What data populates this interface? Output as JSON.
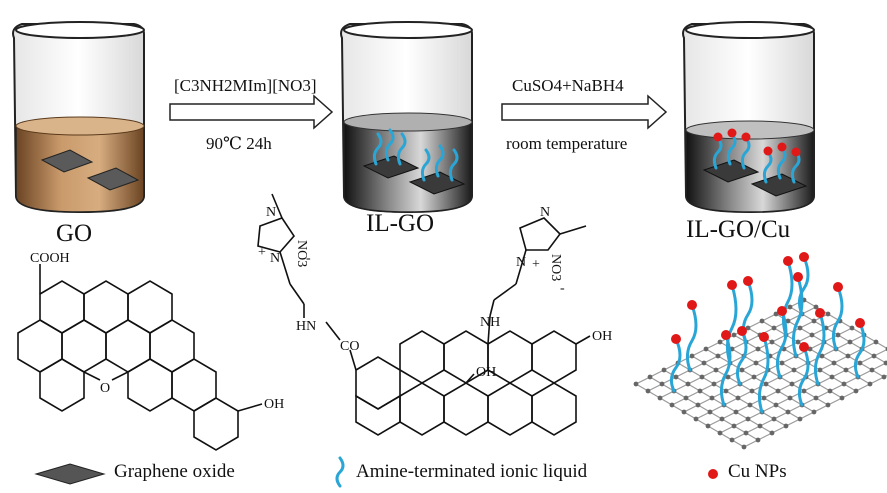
{
  "steps": [
    {
      "label": "GO"
    },
    {
      "label": "IL-GO"
    },
    {
      "label": "IL-GO/Cu"
    }
  ],
  "arrows": [
    {
      "above": "[C3NH2MIm][NO3]",
      "below": "90℃ 24h"
    },
    {
      "above": "CuSO4+NaBH4",
      "below": "room temperature"
    }
  ],
  "structure_labels": {
    "go_cooh": "COOH",
    "go_o": "O",
    "go_oh": "OH",
    "il_methyl_n": "N",
    "il_n_plus": "N",
    "il_plus": "+",
    "il_no3": "NO3",
    "il_minus": "-",
    "il_hn": "HN",
    "il_co": "CO",
    "il_nh": "NH",
    "il_oh_top": "OH",
    "il_oh_mid": "OH"
  },
  "legend": [
    {
      "icon": "graphene-oxide-sheet-icon",
      "label": "Graphene oxide"
    },
    {
      "icon": "ionic-liquid-chain-icon",
      "label": "Amine-terminated ionic liquid"
    },
    {
      "icon": "cu-nanoparticle-icon",
      "label": "Cu NPs"
    }
  ],
  "colors": {
    "go_liquid": "#a8784a",
    "ilgo_liquid": "#2c2c2c",
    "ionic_liquid": "#2aa6d6",
    "cu": "#e01818",
    "sheet": "#555555"
  }
}
